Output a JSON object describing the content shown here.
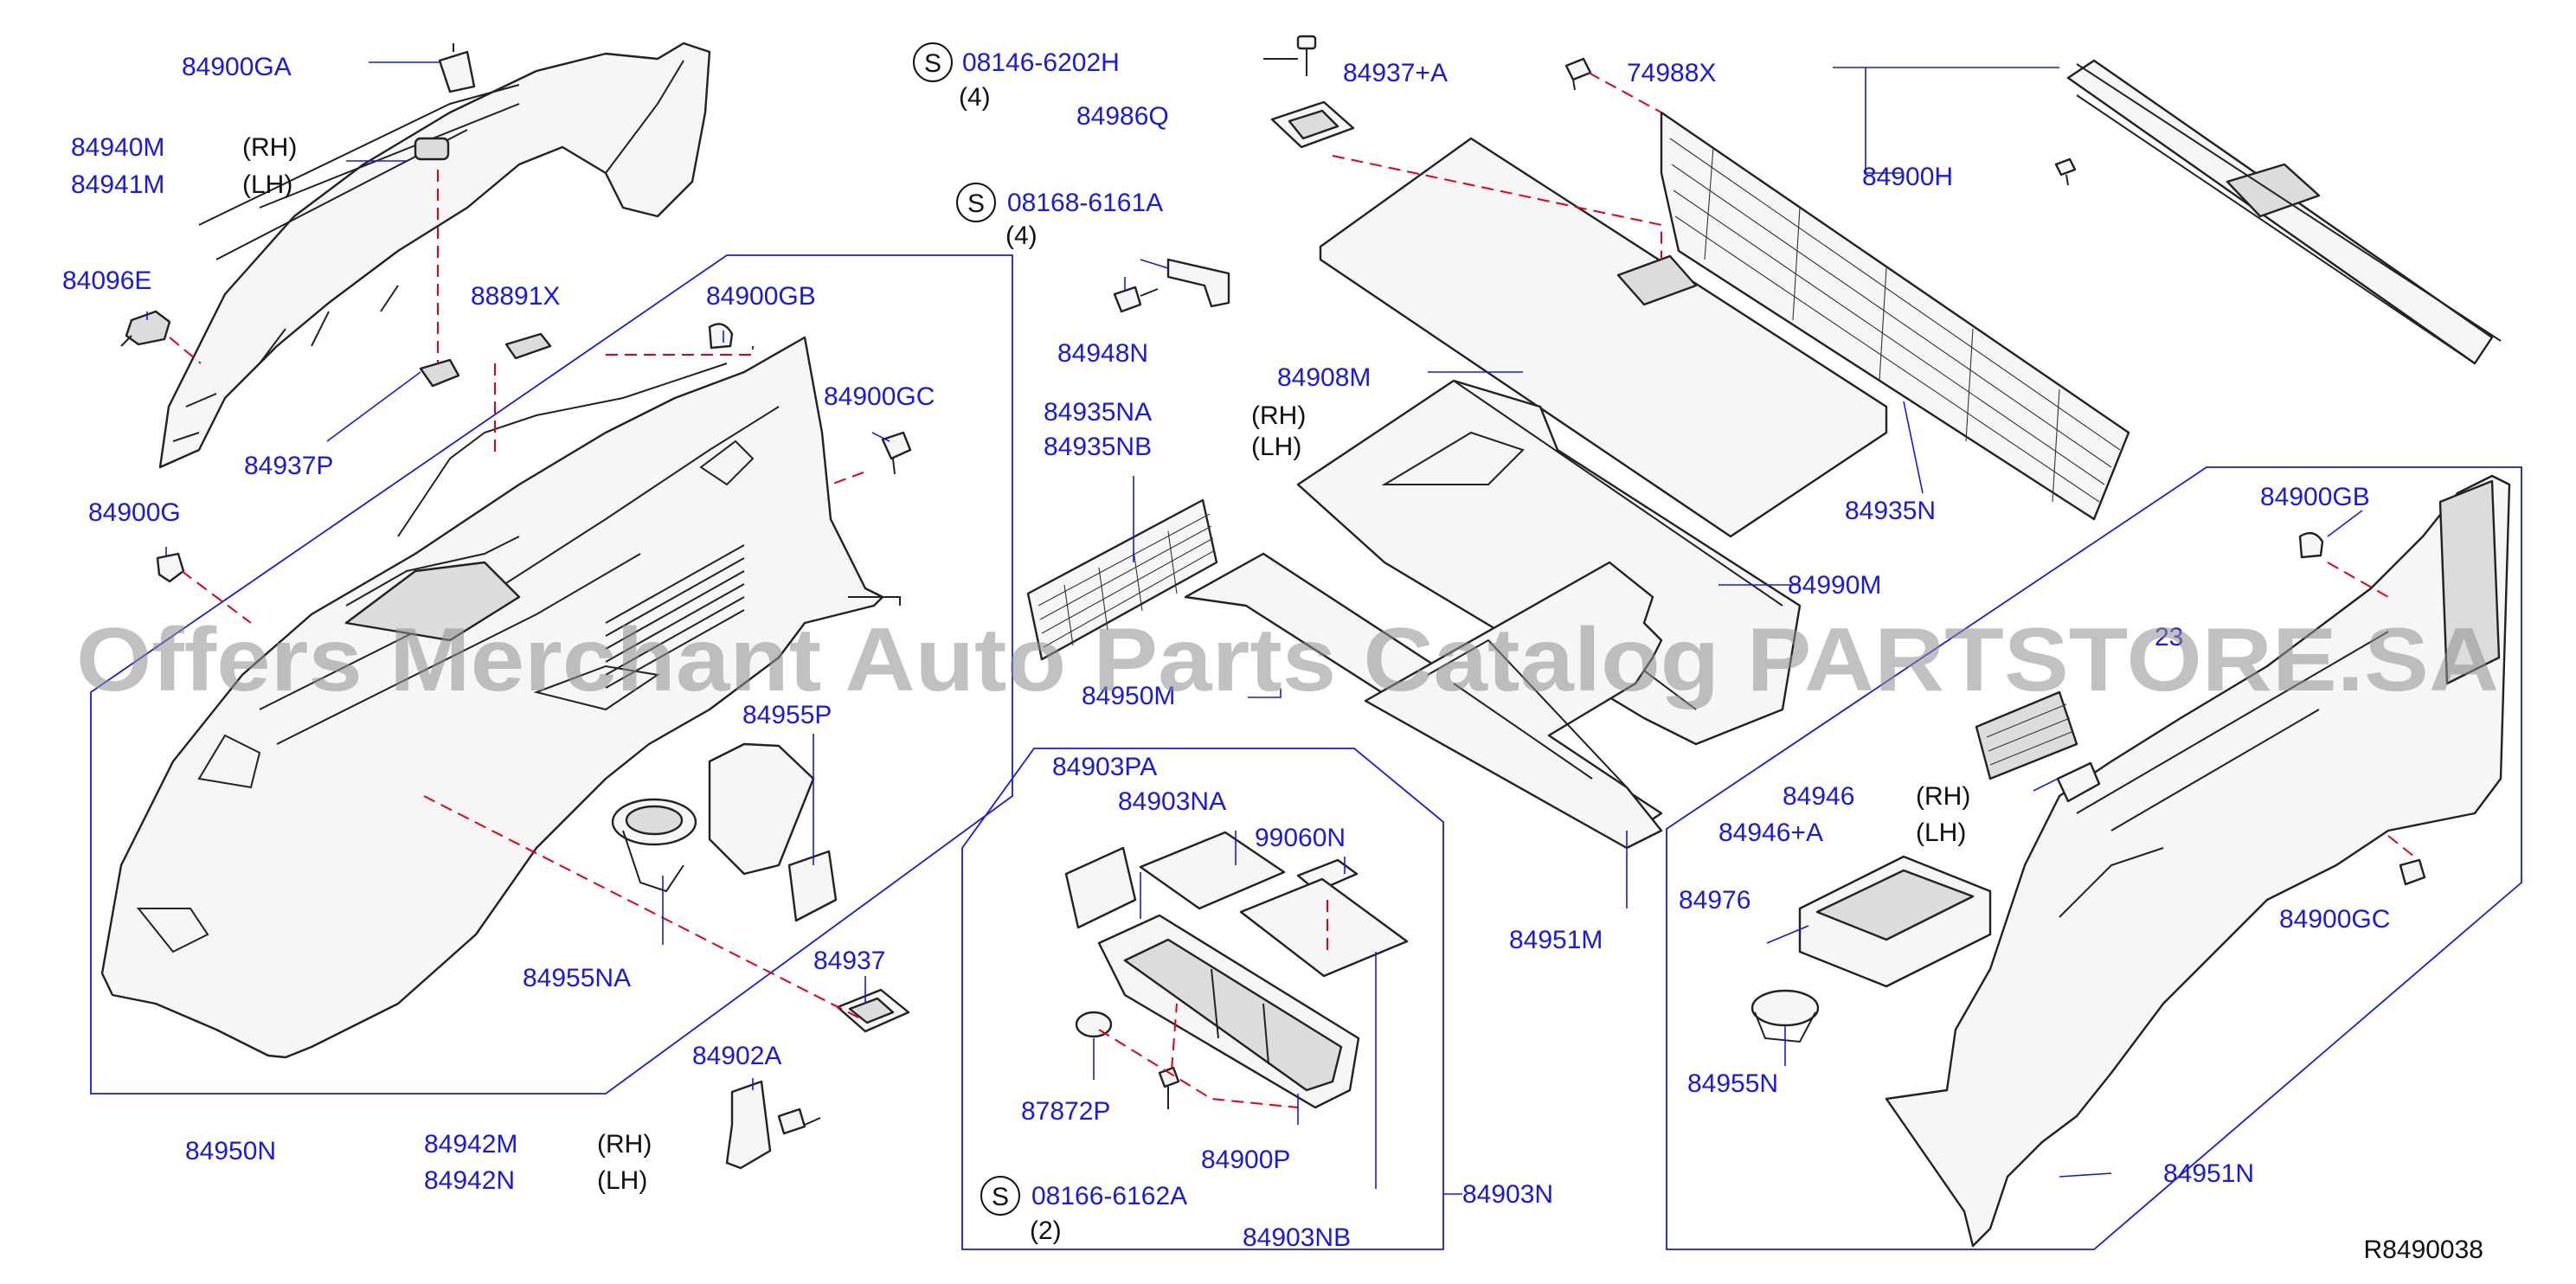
{
  "diagram": {
    "reference_code": "R8490038",
    "watermark": "Offers Merchant Auto Parts Catalog PARTSTORE.SA",
    "screw_symbol": "S",
    "labels": {
      "p84900GA": "84900GA",
      "p84940M": "84940M",
      "p84941M": "84941M",
      "p84096E": "84096E",
      "p88891X": "88891X",
      "p84900GB_left": "84900GB",
      "p84900GC_left": "84900GC",
      "p84937P": "84937P",
      "p84900G": "84900G",
      "p84955P": "84955P",
      "p84955NA": "84955NA",
      "p84937": "84937",
      "p84902A": "84902A",
      "p84942M": "84942M",
      "p84942N": "84942N",
      "p84950N": "84950N",
      "s08146": "08146-6202H",
      "p84986Q": "84986Q",
      "s08168": "08168-6161A",
      "p84948N": "84948N",
      "p84935NA": "84935NA",
      "p84935NB": "84935NB",
      "p84950M": "84950M",
      "p84903PA": "84903PA",
      "p84903NA": "84903NA",
      "p99060N": "99060N",
      "p87872P": "87872P",
      "p84900P": "84900P",
      "s08166": "08166-6162A",
      "p84903N": "84903N",
      "p84903NB": "84903NB",
      "p84937A": "84937+A",
      "p74988X": "74988X",
      "p84900H": "84900H",
      "p84908M": "84908M",
      "p84935N": "84935N",
      "p84990M": "84990M",
      "p84951M": "84951M",
      "p84900GB_right": "84900GB",
      "p84946": "84946",
      "p84946A": "84946+A",
      "p84976": "84976",
      "p84955N": "84955N",
      "p84900GC_right": "84900GC",
      "p84951N": "84951N",
      "partial_code": "23"
    },
    "side_labels": {
      "rh_84940": "(RH)",
      "lh_84941": "(LH)",
      "rh_84942": "(RH)",
      "lh_84942": "(LH)",
      "rh_84908": "(RH)",
      "lh_84908": "(LH)",
      "rh_84946": "(RH)",
      "lh_84946": "(LH)"
    },
    "quantities": {
      "q08146": "(4)",
      "q08168": "(4)",
      "q08166": "(2)"
    }
  }
}
